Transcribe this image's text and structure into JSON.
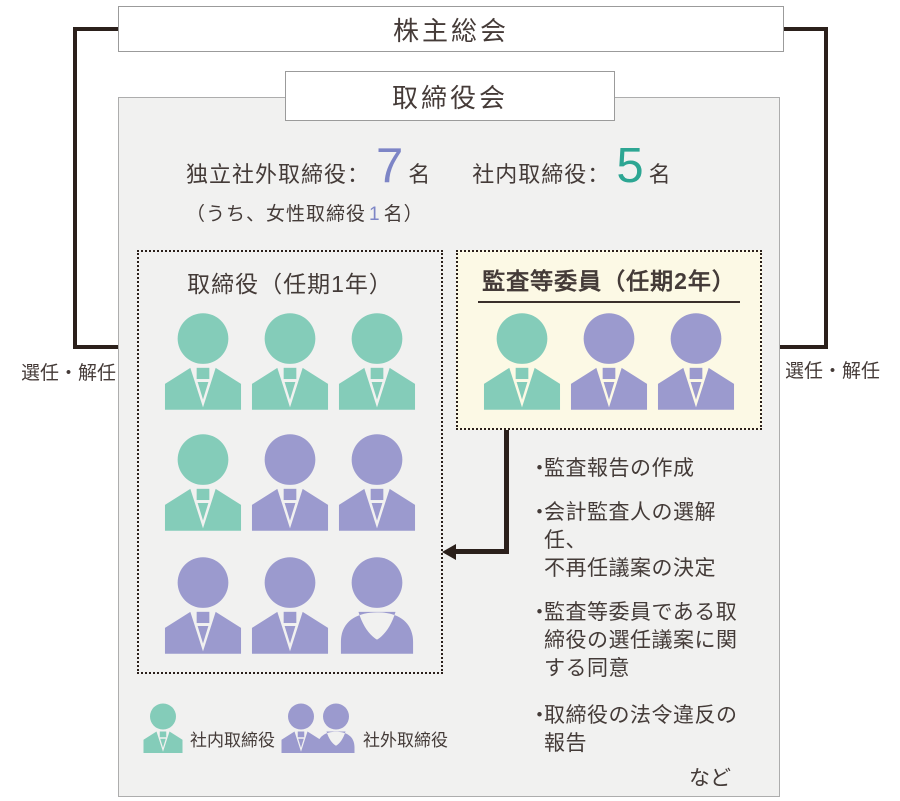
{
  "colors": {
    "teal_icon": "#84ccb9",
    "purple_icon": "#9b9ace",
    "teal_number": "#2da693",
    "purple_number": "#7d85c6",
    "cream_bg": "#fcf9e5",
    "line_dark": "#2b201b",
    "panel_bg": "#f1f1f0"
  },
  "shareholders_box": {
    "label": "株主総会"
  },
  "board_box": {
    "label": "取締役会"
  },
  "stats": {
    "outside_label": "独立社外取締役：",
    "outside_count": "7",
    "outside_unit": "名",
    "inside_label": "社内取締役：",
    "inside_count": "5",
    "inside_unit": "名",
    "note_prefix": "（うち、女性取締役",
    "note_count": "1",
    "note_suffix": "名）"
  },
  "appoint_left": "選任・解任",
  "appoint_right": "選任・解任",
  "directors_box": {
    "title": "取締役（任期1年）",
    "members_row1": [
      {
        "color": "teal",
        "gender": "male"
      },
      {
        "color": "teal",
        "gender": "male"
      },
      {
        "color": "teal",
        "gender": "male"
      }
    ],
    "members_row2": [
      {
        "color": "teal",
        "gender": "male"
      },
      {
        "color": "purple",
        "gender": "male"
      },
      {
        "color": "purple",
        "gender": "male"
      }
    ],
    "members_row3": [
      {
        "color": "purple",
        "gender": "male"
      },
      {
        "color": "purple",
        "gender": "male"
      },
      {
        "color": "purple",
        "gender": "female"
      }
    ]
  },
  "audit_box": {
    "title": "監査等委員（任期2年）",
    "members": [
      {
        "color": "teal",
        "gender": "male"
      },
      {
        "color": "purple",
        "gender": "male"
      },
      {
        "color": "purple",
        "gender": "male"
      }
    ]
  },
  "duties": {
    "items": [
      "監査報告の作成",
      "会計監査人の選解任、\n不再任議案の決定",
      "監査等委員である取\n締役の選任議案に関\nする同意",
      "取締役の法令違反の\n報告"
    ],
    "bullet": "・",
    "etc": "など"
  },
  "legend": {
    "internal": {
      "label": "社内取締役",
      "members": [
        {
          "color": "teal",
          "gender": "male"
        }
      ]
    },
    "external": {
      "label": "社外取締役",
      "members": [
        {
          "color": "purple",
          "gender": "male"
        },
        {
          "color": "purple",
          "gender": "female"
        }
      ]
    }
  }
}
